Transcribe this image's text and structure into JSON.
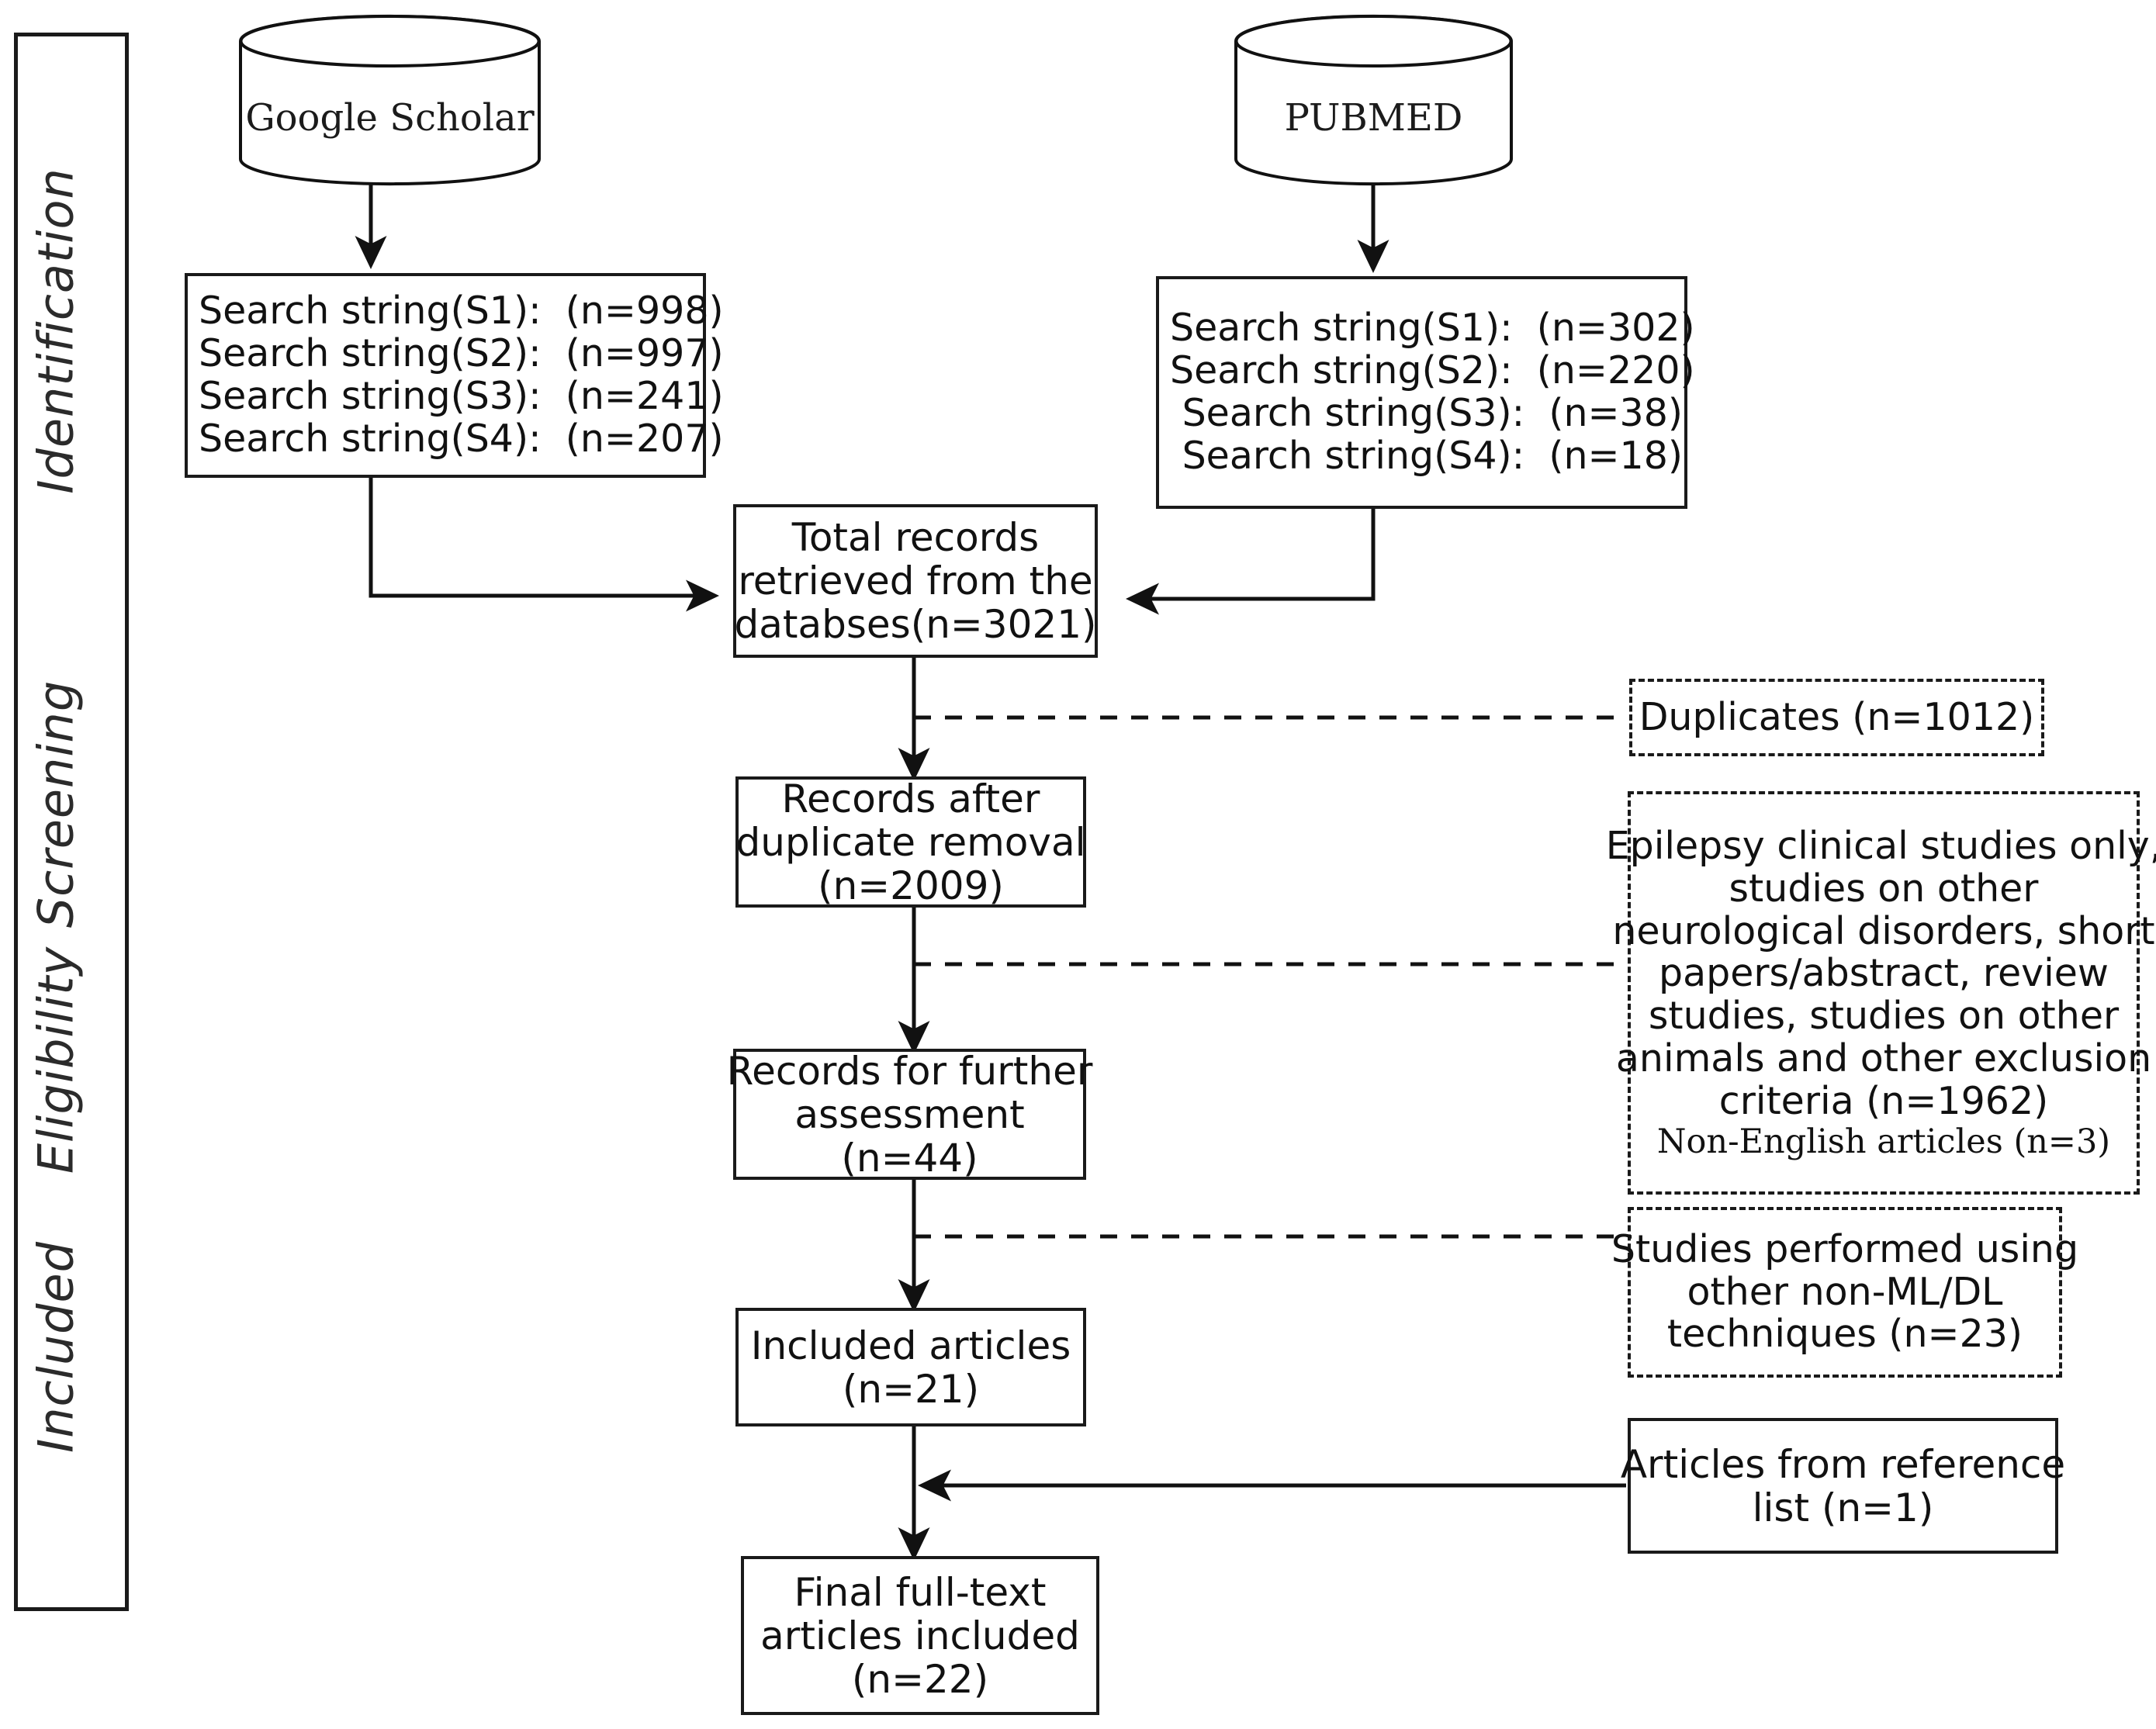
{
  "diagram": {
    "type": "prisma-flow-diagram",
    "stages": [
      {
        "id": "identification",
        "label": "Identification"
      },
      {
        "id": "screening",
        "label": "Screening"
      },
      {
        "id": "eligibility",
        "label": "Eligibility"
      },
      {
        "id": "included",
        "label": "Included"
      }
    ],
    "sources": [
      {
        "id": "google-scholar",
        "label": "Google Scholar"
      },
      {
        "id": "pubmed",
        "label": "PUBMED"
      }
    ],
    "search_boxes": [
      {
        "id": "google-scholar-search-strings",
        "source": "Google Scholar",
        "rows": [
          "Search string(S1):  (n=998)",
          "Search string(S2):  (n=997)",
          "Search string(S3):  (n=241)",
          "Search string(S4):  (n=207)"
        ]
      },
      {
        "id": "pubmed-search-strings",
        "source": "PUBMED",
        "rows": [
          "Search string(S1):  (n=302)",
          "Search string(S2):  (n=220)",
          " Search string(S3):  (n=38)",
          " Search string(S4):  (n=18)"
        ]
      }
    ],
    "flow_nodes": [
      {
        "id": "total-records",
        "lines": [
          "Total records",
          "retrieved from the",
          "databses(n=3021)"
        ],
        "n": 3021
      },
      {
        "id": "records-after-duplicate-removal",
        "lines": [
          "Records after",
          "duplicate removal",
          "(n=2009)"
        ],
        "n": 2009
      },
      {
        "id": "records-for-further-assessment",
        "lines": [
          "Records for further",
          "assessment",
          "(n=44)"
        ],
        "n": 44
      },
      {
        "id": "included-articles",
        "lines": [
          "Included articles",
          "(n=21)"
        ],
        "n": 21
      },
      {
        "id": "final-full-text-articles",
        "lines": [
          "Final full-text",
          "articles included",
          "(n=22)"
        ],
        "n": 22
      }
    ],
    "exclusion_nodes": [
      {
        "id": "duplicates",
        "lines": [
          "Duplicates (n=1012)"
        ],
        "n": 1012
      },
      {
        "id": "exclusion-criteria",
        "lines": [
          "Epilepsy clinical studies only,",
          "studies on other",
          "neurological disorders, short",
          "papers/abstract, review",
          "studies, studies on other",
          "animals and other exclusion",
          "criteria (n=1962)"
        ],
        "serif_line": "Non-English articles (n=3)",
        "n": 1962,
        "non_english_n": 3
      },
      {
        "id": "non-ml-dl-studies",
        "lines": [
          "Studies performed using",
          "other non-ML/DL",
          "techniques (n=23)"
        ],
        "n": 23
      }
    ],
    "addition_nodes": [
      {
        "id": "articles-from-reference-list",
        "lines": [
          "Articles from reference",
          "list (n=1)"
        ],
        "n": 1
      }
    ],
    "colors": {
      "stroke": "#1a1a1a",
      "text": "#111111",
      "background": "#ffffff"
    }
  }
}
